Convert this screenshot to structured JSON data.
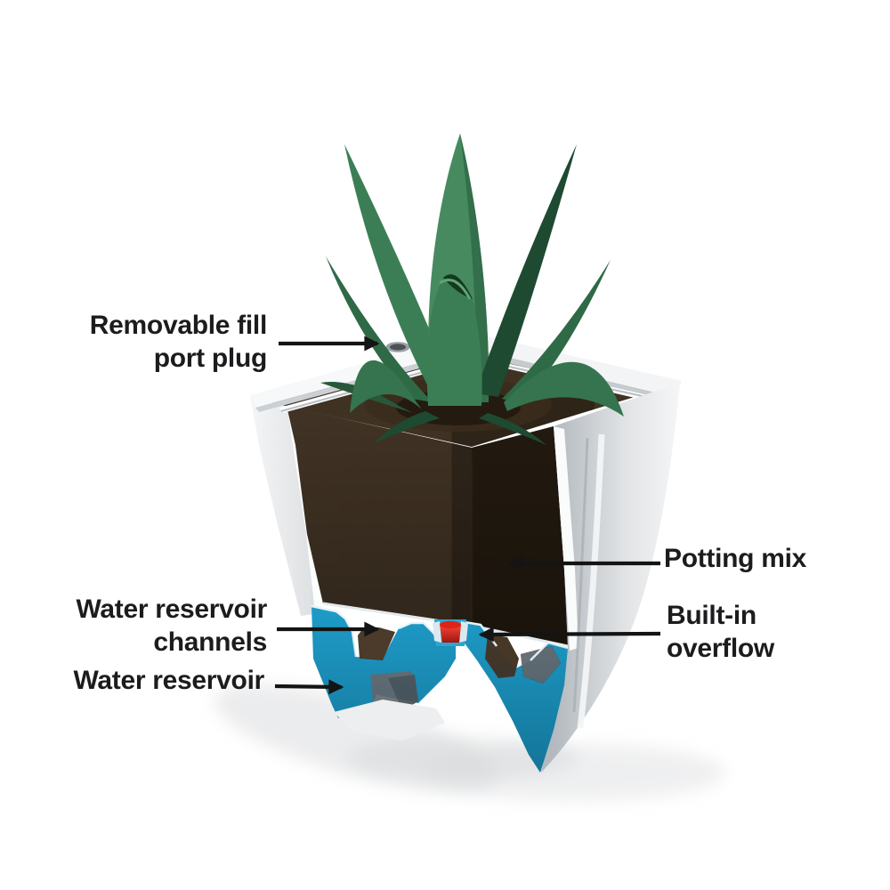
{
  "labels": {
    "fill_port": "Removable fill\nport plug",
    "potting_mix": "Potting mix",
    "reservoir_channels": "Water reservoir\nchannels",
    "built_in_overflow": "Built-in\noverflow",
    "water_reservoir": "Water reservoir"
  },
  "colors": {
    "background": "#ffffff",
    "label_text": "#1c1c1e",
    "arrow_black": "#141414",
    "reservoir_blue": "#1d9ac6",
    "reservoir_blue_dark": "#0e6e92",
    "overflow_red": "#e02317",
    "soil_surface": "#57452f",
    "soil_brown": "#5a4733",
    "soil_brown_dark": "#43331f",
    "foliage_green": "#3b7e55",
    "foliage_green_dark": "#1e4a31",
    "foliage_green_light": "#478a5f",
    "pot_white": "#f5f6f7",
    "pot_gray": "#c9ced2"
  }
}
